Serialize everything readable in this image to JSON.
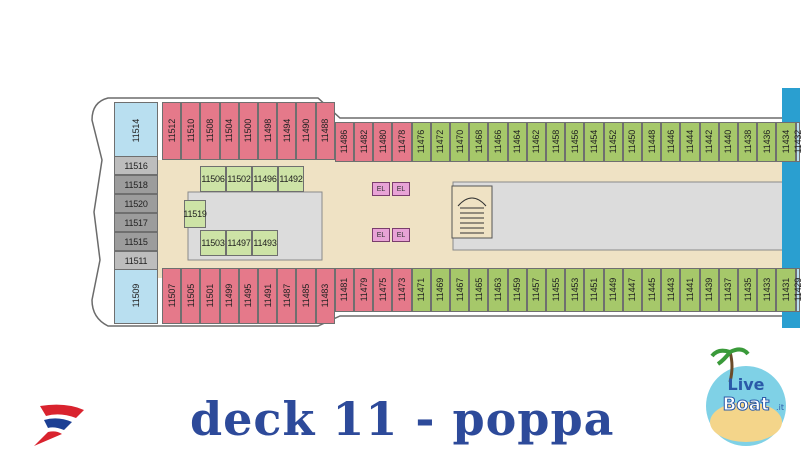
{
  "title": "deck  11  -  poppa",
  "brand_logo": "carnival-funnel-logo",
  "watermark": "LiveBoat.it",
  "colors": {
    "pink": "#e5798a",
    "green": "#a6c86a",
    "blue": "#b9dff0",
    "grey": "#9c9c9c",
    "corridor": "#efe2c4",
    "hull": "#ffffff",
    "caption": "#2d4a9a",
    "stern_blue": "#2a9fd0"
  },
  "deck": {
    "top_row": [
      "11514",
      "11512",
      "11510",
      "11508",
      "11504",
      "11500",
      "11498",
      "11494",
      "11490",
      "11488",
      "11486",
      "11482",
      "11480",
      "11478",
      "11476",
      "11472",
      "11470",
      "11468",
      "11466",
      "11464",
      "11462",
      "11458",
      "11456",
      "11454",
      "11452",
      "11450",
      "11448",
      "11446",
      "11444",
      "11442",
      "11440",
      "11438",
      "11436",
      "11434",
      "11432"
    ],
    "bottom_row": [
      "11509",
      "11507",
      "11505",
      "11501",
      "11499",
      "11495",
      "11491",
      "11487",
      "11485",
      "11483",
      "11481",
      "11479",
      "11475",
      "11473",
      "11471",
      "11469",
      "11467",
      "11465",
      "11463",
      "11459",
      "11457",
      "11455",
      "11453",
      "11451",
      "11449",
      "11447",
      "11445",
      "11443",
      "11441",
      "11439",
      "11437",
      "11435",
      "11433",
      "11431",
      "11429"
    ],
    "stern_column": [
      "11516",
      "11518",
      "11520",
      "11517",
      "11515",
      "11511"
    ],
    "inner_top": [
      "11506",
      "11502",
      "11496",
      "11492"
    ],
    "inner_bottom": [
      "11503",
      "11497",
      "11493"
    ],
    "inner_side": "11519",
    "elevator_label": "EL"
  }
}
